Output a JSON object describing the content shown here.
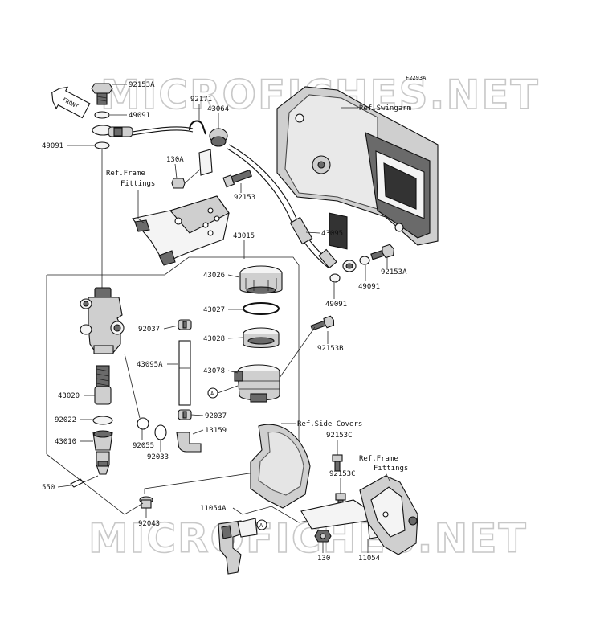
{
  "diagram": {
    "figure_code": "F2293A",
    "front_tag": "FRONT",
    "watermark": "MICROFICHES.NET",
    "parts": [
      {
        "id": "p92153A_top",
        "num": "92153A"
      },
      {
        "id": "p49091_a",
        "num": "49091"
      },
      {
        "id": "p49091_b",
        "num": "49091"
      },
      {
        "id": "p92171",
        "num": "92171"
      },
      {
        "id": "p43064",
        "num": "43064"
      },
      {
        "id": "p130A",
        "num": "130A"
      },
      {
        "id": "p92153",
        "num": "92153"
      },
      {
        "id": "p43095",
        "num": "43095"
      },
      {
        "id": "p92153A_right",
        "num": "92153A"
      },
      {
        "id": "p49091_c",
        "num": "49091"
      },
      {
        "id": "p49091_d",
        "num": "49091"
      },
      {
        "id": "p43015",
        "num": "43015"
      },
      {
        "id": "p43026",
        "num": "43026"
      },
      {
        "id": "p43027",
        "num": "43027"
      },
      {
        "id": "p92037_a",
        "num": "92037"
      },
      {
        "id": "p43028",
        "num": "43028"
      },
      {
        "id": "p92153B",
        "num": "92153B"
      },
      {
        "id": "p43095A",
        "num": "43095A"
      },
      {
        "id": "p43078",
        "num": "43078"
      },
      {
        "id": "p43020",
        "num": "43020"
      },
      {
        "id": "p92022",
        "num": "92022"
      },
      {
        "id": "p92037_b",
        "num": "92037"
      },
      {
        "id": "p43010",
        "num": "43010"
      },
      {
        "id": "p92055",
        "num": "92055"
      },
      {
        "id": "p13159",
        "num": "13159"
      },
      {
        "id": "p92033",
        "num": "92033"
      },
      {
        "id": "p550",
        "num": "550"
      },
      {
        "id": "p92043",
        "num": "92043"
      },
      {
        "id": "p92153C_a",
        "num": "92153C"
      },
      {
        "id": "p92153C_b",
        "num": "92153C"
      },
      {
        "id": "p11054A",
        "num": "11054A"
      },
      {
        "id": "p130",
        "num": "130"
      },
      {
        "id": "p11054",
        "num": "11054"
      }
    ],
    "references": {
      "swingarm": "Ref.Swingarm",
      "frame_fittings_top": [
        "Ref.Frame",
        "Fittings"
      ],
      "side_covers": "Ref.Side Covers",
      "frame_fittings_bottom": [
        "Ref.Frame",
        "Fittings"
      ]
    },
    "callout_letter": "A"
  }
}
